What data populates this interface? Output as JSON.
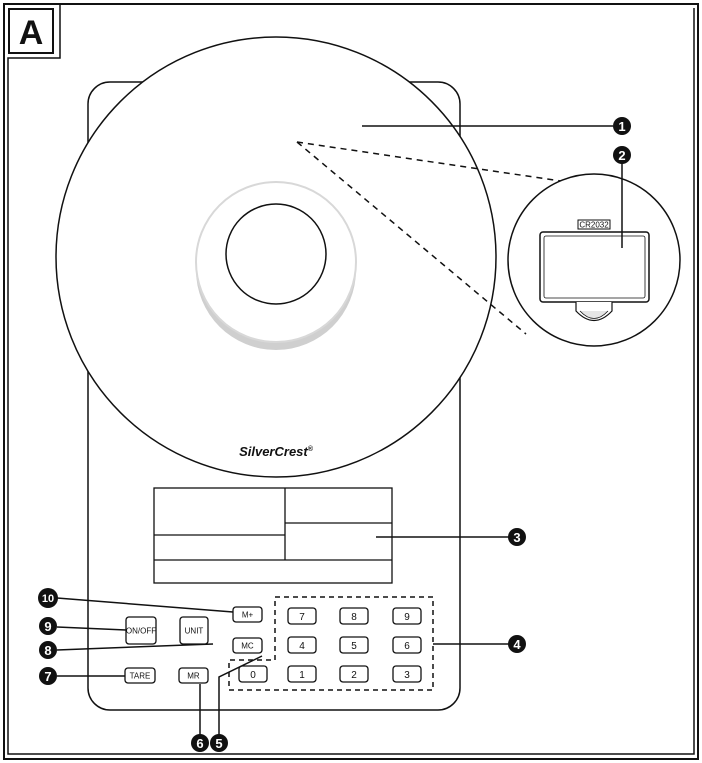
{
  "figure_label": "A",
  "brand": "SilverCrest",
  "brand_mark": "®",
  "battery_label": "CR2032",
  "buttons": {
    "m_plus": "M+",
    "on_off": "ON/OFF",
    "unit": "UNIT",
    "mc": "MC",
    "tare": "TARE",
    "mr": "MR"
  },
  "keypad": [
    "7",
    "8",
    "9",
    "4",
    "5",
    "6",
    "0",
    "1",
    "2",
    "3"
  ],
  "callouts": [
    "1",
    "2",
    "3",
    "4",
    "5",
    "6",
    "7",
    "8",
    "9",
    "10"
  ]
}
